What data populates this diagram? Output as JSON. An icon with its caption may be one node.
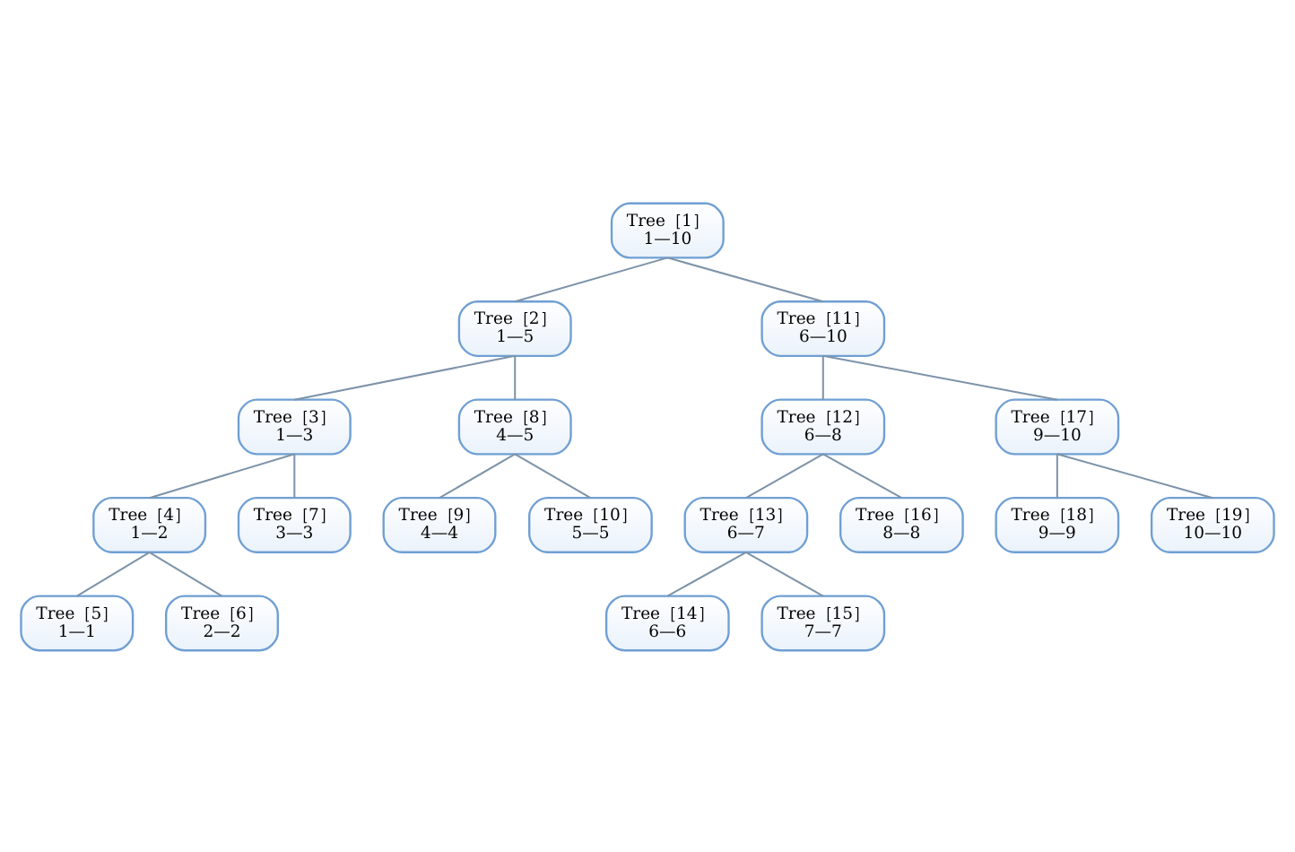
{
  "diagram": {
    "nodes": [
      {
        "text": [
          "Tree［1］",
          "1—10"
        ]
      },
      {
        "text": [
          "Tree［2］",
          "1—5"
        ]
      },
      {
        "text": [
          "Tree［11］",
          "6—10"
        ]
      },
      {
        "text": [
          "Tree［3］",
          "1—3"
        ]
      },
      {
        "text": [
          "Tree［8］",
          "4—5"
        ]
      },
      {
        "text": [
          "Tree［12］",
          "6—8"
        ]
      },
      {
        "text": [
          "Tree［17］",
          "9—10"
        ]
      },
      {
        "text": [
          "Tree［4］",
          "1—2"
        ]
      },
      {
        "text": [
          "Tree［7］",
          "3—3"
        ]
      },
      {
        "text": [
          "Tree［9］",
          "4—4"
        ]
      },
      {
        "text": [
          "Tree［10］",
          "5—5"
        ]
      },
      {
        "text": [
          "Tree［13］",
          "6—7"
        ]
      },
      {
        "text": [
          "Tree［16］",
          "8—8"
        ]
      },
      {
        "text": [
          "Tree［18］",
          "9—9"
        ]
      },
      {
        "text": [
          "Tree［19］",
          "10—10"
        ]
      },
      {
        "text": [
          "Tree［5］",
          "1—1"
        ]
      },
      {
        "text": [
          "Tree［6］",
          "2—2"
        ]
      },
      {
        "text": [
          "Tree［14］",
          "6—6"
        ]
      },
      {
        "text": [
          "Tree［15］",
          "7—7"
        ]
      }
    ],
    "edges": [
      {
        "from": 0,
        "to": 1,
        "arrow": "none"
      },
      {
        "from": 0,
        "to": 2,
        "arrow": "none"
      },
      {
        "from": 1,
        "to": 3,
        "arrow": "none"
      },
      {
        "from": 1,
        "to": 4,
        "arrow": "none"
      },
      {
        "from": 2,
        "to": 5,
        "arrow": "none"
      },
      {
        "from": 2,
        "to": 6,
        "arrow": "none"
      },
      {
        "from": 3,
        "to": 7,
        "arrow": "none"
      },
      {
        "from": 3,
        "to": 8,
        "arrow": "none"
      },
      {
        "from": 4,
        "to": 9,
        "arrow": "none"
      },
      {
        "from": 4,
        "to": 10,
        "arrow": "none"
      },
      {
        "from": 5,
        "to": 11,
        "arrow": "none"
      },
      {
        "from": 5,
        "to": 12,
        "arrow": "none"
      },
      {
        "from": 6,
        "to": 13,
        "arrow": "none"
      },
      {
        "from": 6,
        "to": 14,
        "arrow": "none"
      },
      {
        "from": 7,
        "to": 15,
        "arrow": "none"
      },
      {
        "from": 7,
        "to": 16,
        "arrow": "none"
      },
      {
        "from": 11,
        "to": 17,
        "arrow": "none"
      },
      {
        "from": 11,
        "to": 18,
        "arrow": "none"
      }
    ]
  }
}
